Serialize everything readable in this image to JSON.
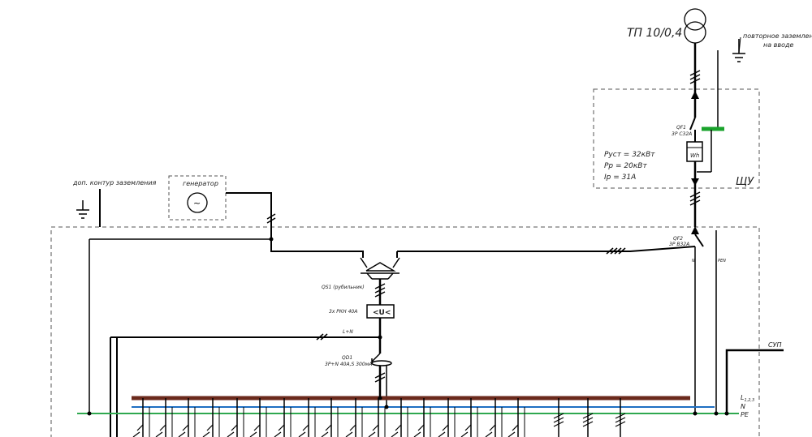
{
  "title": "ТП 10/0,4",
  "labels": {
    "ground_repeat_line1": "повторное заземление",
    "ground_repeat_line2": "на вводе",
    "extra_ground": "доп. контур заземления",
    "generator": "генератор",
    "generator_symbol": "~",
    "qf1_name": "QF1",
    "qf1_rating": "3P C32A",
    "meter": "Wh",
    "p_inst": "Руст = 32кВт",
    "p_calc": "Рр = 20кВт",
    "i_calc": "Iр = 31А",
    "shu": "ЩУ",
    "qf2_name": "QF2",
    "qf2_rating": "3P B32A",
    "n_tag": "N",
    "pen_tag": "PEN",
    "qs1": "QS1 (рубильник)",
    "rkn": "3х РКН 40А",
    "rkn_box": "<U<",
    "ln_tag": "L+N",
    "qd1_name": "QD1",
    "qd1_rating": "3P+N 40А,S 300мА",
    "sup": "СУП",
    "bus_l": "L",
    "bus_l_sub": "1,2,3",
    "bus_n": "N",
    "bus_pe": "PE"
  },
  "colors": {
    "line": "#000000",
    "phase_bus": "#6b2a1c",
    "neutral_bus": "#1e6fc2",
    "pe_bus": "#2fa84f",
    "ground_bar": "#1aa32c",
    "dashed": "#555555"
  }
}
